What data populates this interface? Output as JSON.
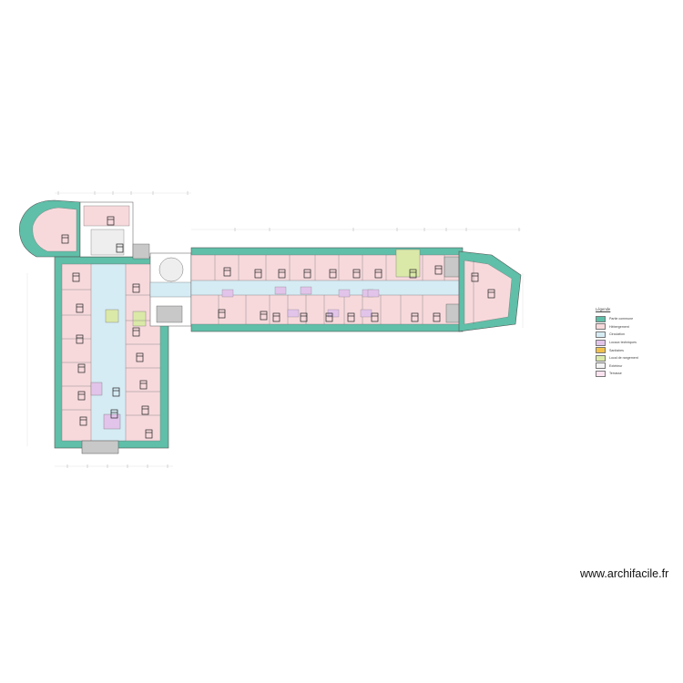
{
  "legend": {
    "title": "Légende",
    "items": [
      {
        "label": "Partie commune",
        "color": "#5fbfa8"
      },
      {
        "label": "Hébergement",
        "color": "#f7d9dc"
      },
      {
        "label": "Circulation",
        "color": "#d6ecf5"
      },
      {
        "label": "Locaux techniques",
        "color": "#e2c4ea"
      },
      {
        "label": "Sanitaires",
        "color": "#f2c14c"
      },
      {
        "label": "Local de rangement",
        "color": "#dbe9a8"
      },
      {
        "label": "Extérieur",
        "color": "#f4f4f4"
      },
      {
        "label": "Terrasse",
        "color": "#fbe3f0"
      }
    ]
  },
  "colors": {
    "wall": "#5fbfa8",
    "room": "#f7d9dc",
    "corridor": "#d6ecf5",
    "tech": "#e2c4ea",
    "green": "#dbe9a8",
    "grey": "#c8c8c8",
    "line": "#555555"
  },
  "watermark": "www.archifacile.fr"
}
